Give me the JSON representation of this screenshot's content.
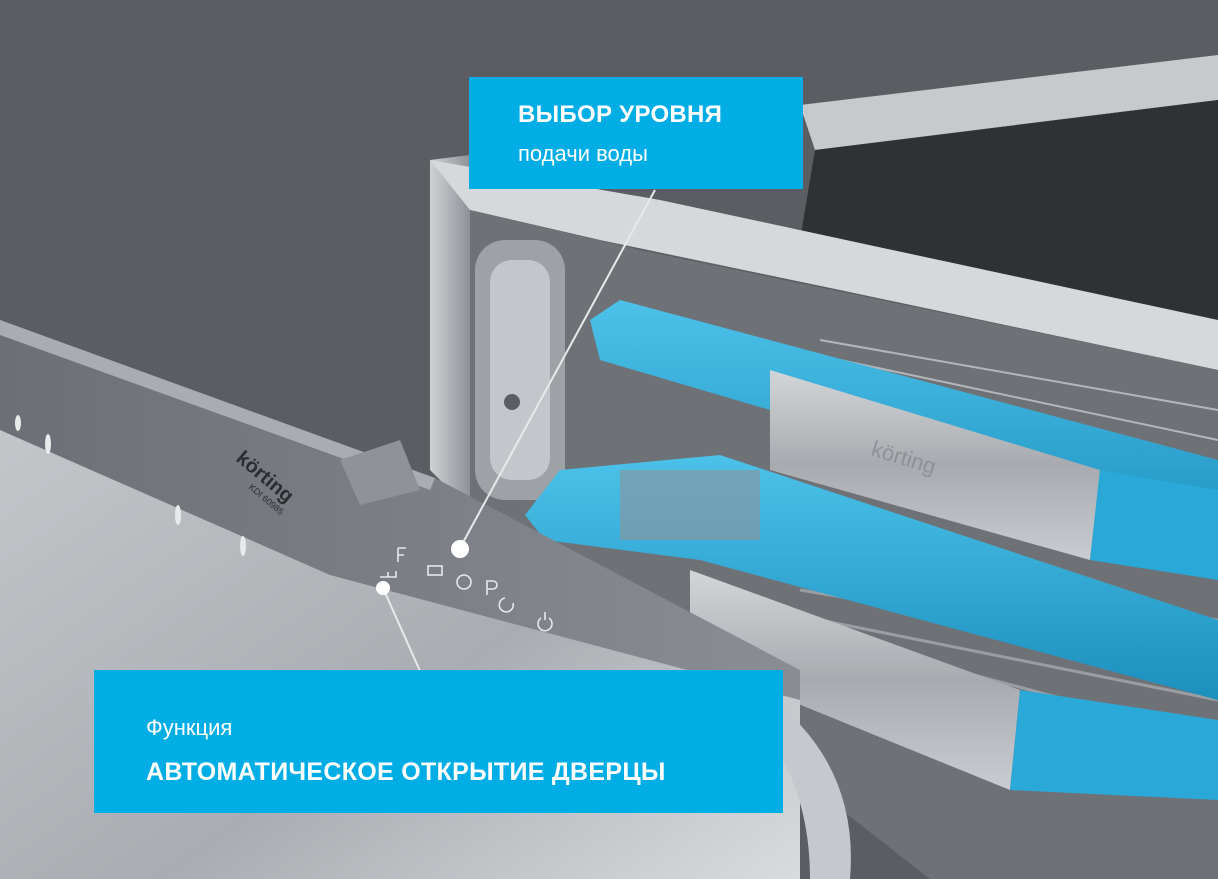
{
  "colors": {
    "background": "#5b5d62",
    "callout": "#00ade5",
    "rack_accent": "#29a9d8",
    "steel": "#b9bcc0"
  },
  "panel": {
    "brand": "körting",
    "model": "KDI 60985",
    "icons": [
      "symbol-f-icon",
      "faucet-icon",
      "display-icon",
      "dial-icon",
      "symbol-p-icon",
      "power-icon"
    ]
  },
  "rack_brand": "körting",
  "callouts": {
    "water_level": {
      "line1": "ВЫБОР УРОВНЯ",
      "line2": "подачи воды"
    },
    "auto_open": {
      "line1": "Функция",
      "line2": "АВТОМАТИЧЕСКОЕ ОТКРЫТИЕ ДВЕРЦЫ"
    }
  }
}
